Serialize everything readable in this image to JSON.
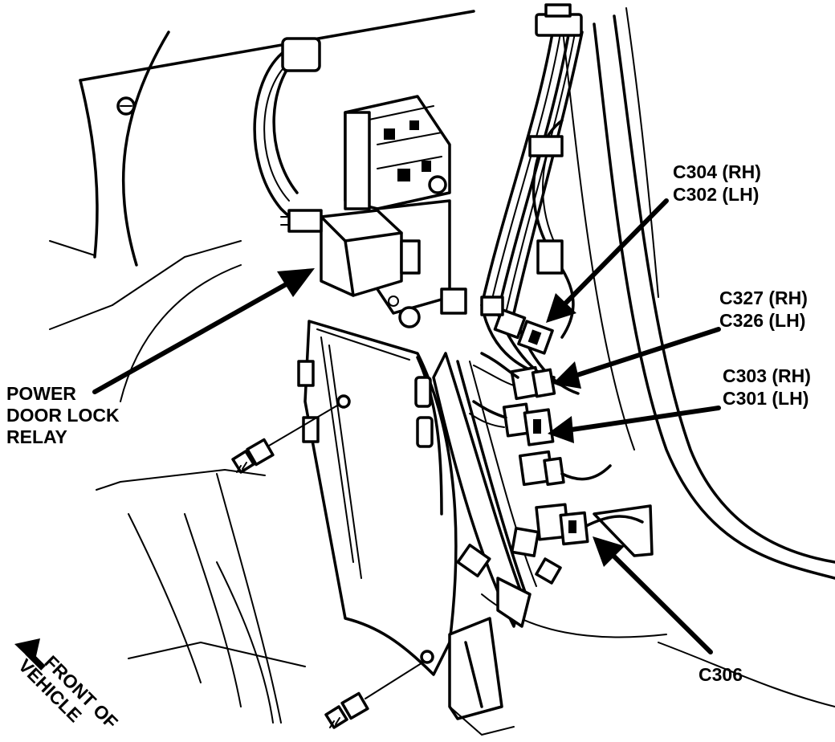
{
  "labels": {
    "c304": "C304 (RH)",
    "c302": "C302 (LH)",
    "c327": "C327 (RH)",
    "c326": "C326 (LH)",
    "c303": "C303 (RH)",
    "c301": "C301 (LH)",
    "c306": "C306",
    "relay_line1": "POWER",
    "relay_line2": "DOOR LOCK",
    "relay_line3": "RELAY",
    "front_line1": "FRONT OF",
    "front_line2": "VEHICLE"
  },
  "icons": {
    "front_arrow": "front-of-vehicle-arrow-icon",
    "screw": "screw-icon"
  },
  "colors": {
    "ink": "#000000",
    "paper": "#ffffff"
  }
}
